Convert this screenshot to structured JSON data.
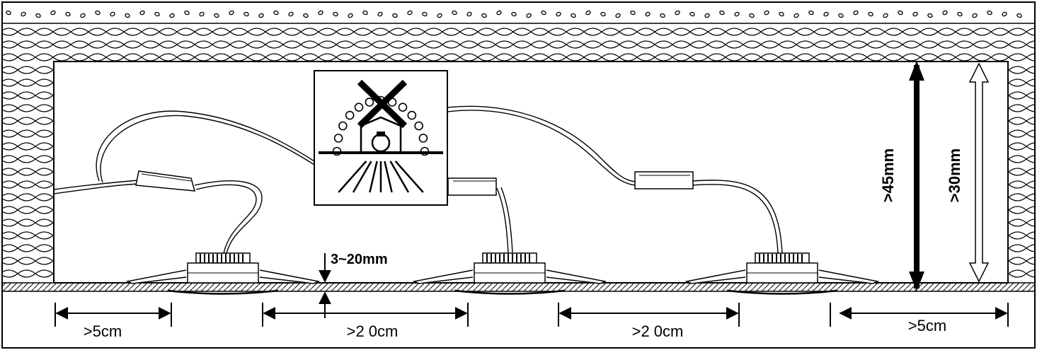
{
  "dimensions": {
    "gap_left": ">5cm",
    "spacing_1": ">2 0cm",
    "spacing_2": ">2 0cm",
    "gap_right": ">5cm",
    "ceiling_thickness": "3~20mm",
    "cavity_height": ">45mm",
    "cavity_height_min": ">30mm"
  },
  "icons": {
    "warning": "no-insulation-over-light-icon"
  },
  "colors": {
    "line": "#000000",
    "background": "#ffffff"
  }
}
